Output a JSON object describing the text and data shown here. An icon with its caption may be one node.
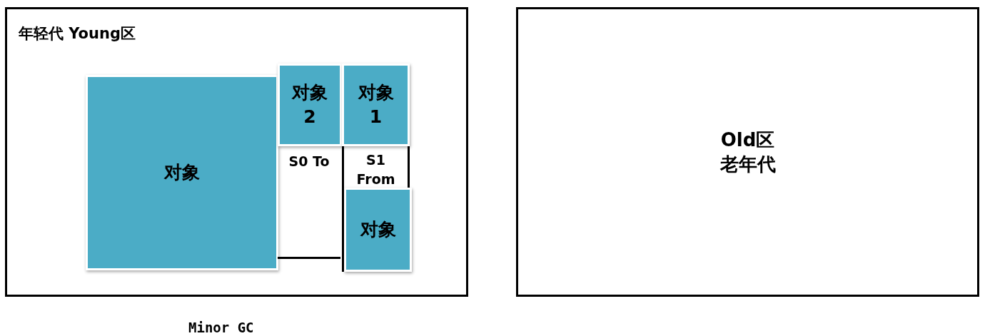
{
  "diagram": {
    "nodes": [
      {
        "text": [
          "年轻代 Young区"
        ]
      },
      {
        "text": [
          "对象"
        ],
        "in": 0
      },
      {
        "text": [
          "S0 To"
        ],
        "in": 0
      },
      {
        "text": [
          "对象 2"
        ],
        "in": 0
      },
      {
        "text": [
          "S1 From"
        ],
        "in": 0
      },
      {
        "text": [
          "对象 1"
        ],
        "in": 0
      },
      {
        "text": [
          "对象"
        ],
        "in": 4
      },
      {
        "text": [
          "Old区老年代"
        ]
      }
    ],
    "edges": [],
    "labels": [
      "Minor GC"
    ]
  }
}
